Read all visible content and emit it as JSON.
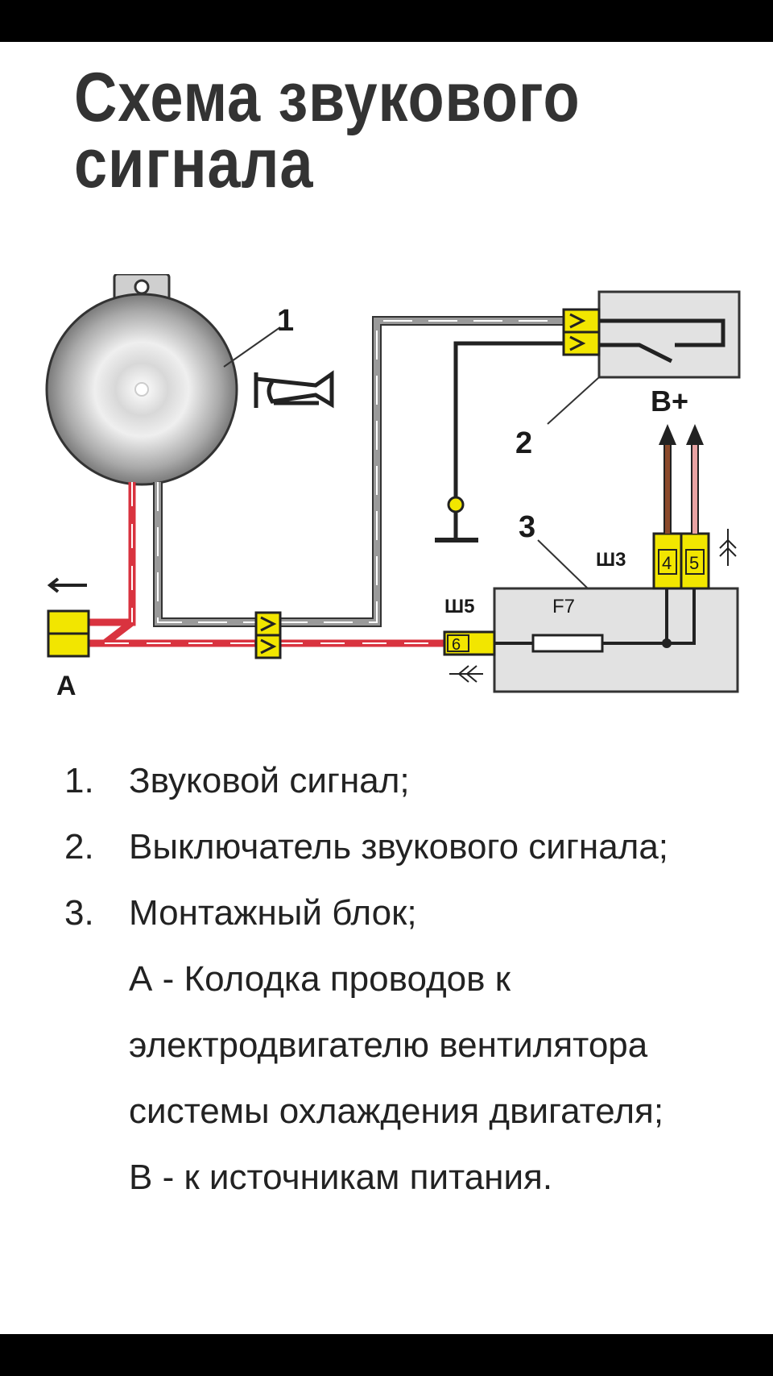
{
  "title": {
    "line1": "Схема звукового",
    "line2": "сигнала"
  },
  "diagram": {
    "label_horn": "1",
    "label_switch": "2",
    "label_block": "3",
    "label_connector_a": "A",
    "label_b_plus": "B+",
    "label_sh3": "Ш3",
    "label_sh5": "Ш5",
    "label_fuse": "F7",
    "pin_4": "4",
    "pin_5": "5",
    "pin_6": "6",
    "colors": {
      "wire_gray": "#9a9a9a",
      "wire_red": "#d9333f",
      "wire_brown": "#8b4a2b",
      "wire_pink": "#e9a3a3",
      "connector_yellow": "#f2e600",
      "block_gray": "#e2e2e2"
    }
  },
  "legend": {
    "items": [
      {
        "num": "1.",
        "text": "Звуковой сигнал;"
      },
      {
        "num": "2.",
        "text": "Выключатель звукового сигнала;"
      },
      {
        "num": "3.",
        "text": "Монтажный блок;"
      }
    ],
    "notes": [
      "А - Колодка проводов к электродвигателю вентилятора системы охлаждения двигателя;",
      "В - к источникам питания."
    ]
  }
}
